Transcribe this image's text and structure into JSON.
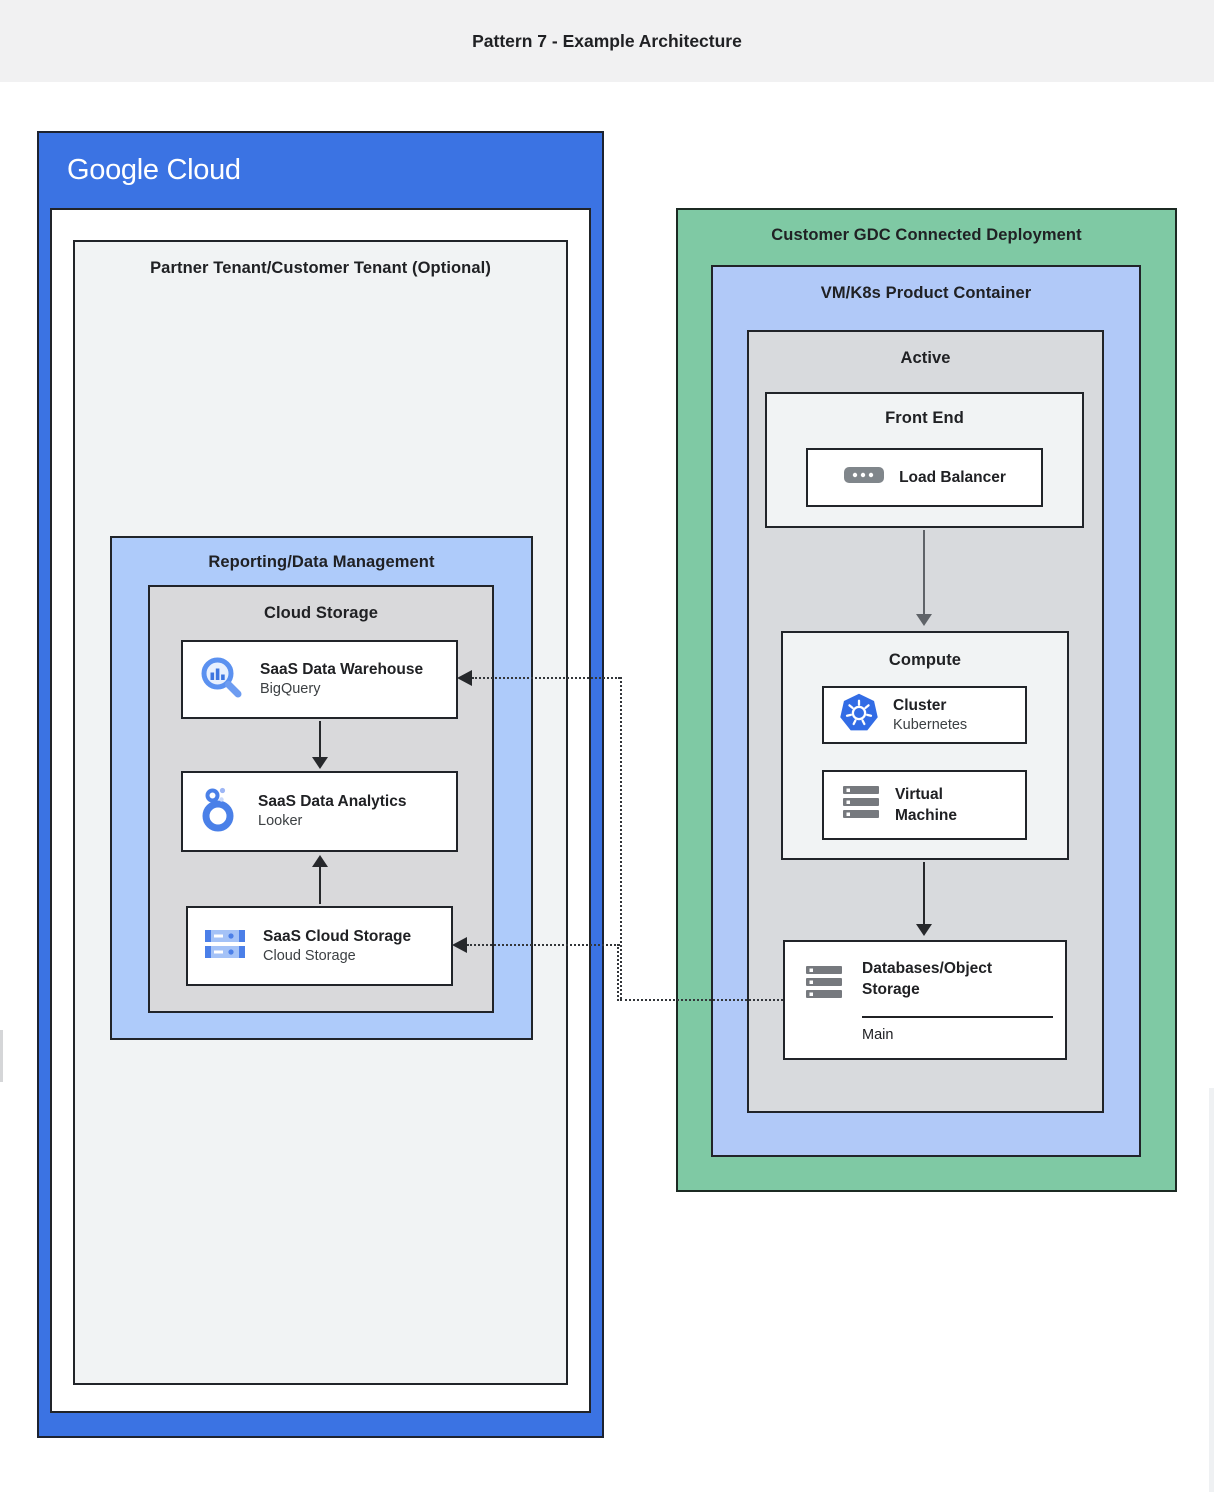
{
  "header": {
    "title": "Pattern 7 - Example Architecture"
  },
  "google_cloud": {
    "brand": "Google Cloud",
    "partner_tenant_label": "Partner Tenant/Customer Tenant (Optional)",
    "reporting": {
      "label": "Reporting/Data Management",
      "cloud_storage": {
        "label": "Cloud Storage",
        "cards": [
          {
            "title": "SaaS Data Warehouse",
            "subtitle": "BigQuery",
            "icon": "bigquery-icon"
          },
          {
            "title": "SaaS Data Analytics",
            "subtitle": "Looker",
            "icon": "looker-icon"
          },
          {
            "title": "SaaS Cloud Storage",
            "subtitle": "Cloud Storage",
            "icon": "cloud-storage-icon"
          }
        ]
      }
    }
  },
  "customer_gdc": {
    "label": "Customer GDC Connected Deployment",
    "vm_k8s_container": {
      "label": "VM/K8s Product Container",
      "active": {
        "label": "Active",
        "front_end": {
          "label": "Front End",
          "load_balancer": {
            "title": "Load Balancer",
            "icon": "load-balancer-icon"
          }
        },
        "compute": {
          "label": "Compute",
          "cluster": {
            "title": "Cluster",
            "subtitle": "Kubernetes",
            "icon": "kubernetes-icon"
          },
          "virtual_machine": {
            "title": "Virtual Machine",
            "icon": "server-stack-icon"
          }
        },
        "databases": {
          "title": "Databases/Object Storage",
          "instance_label": "Main",
          "icon": "server-stack-icon"
        }
      }
    }
  },
  "connections": [
    {
      "from": "SaaS Data Warehouse",
      "to": "SaaS Data Analytics",
      "style": "solid-arrow"
    },
    {
      "from": "SaaS Cloud Storage",
      "to": "SaaS Data Analytics",
      "style": "solid-arrow"
    },
    {
      "from": "Front End",
      "to": "Compute",
      "style": "solid-arrow"
    },
    {
      "from": "Compute",
      "to": "Databases/Object Storage",
      "style": "solid-arrow"
    },
    {
      "from": "Databases/Object Storage",
      "to": "SaaS Data Warehouse",
      "style": "dotted-arrow"
    },
    {
      "from": "Databases/Object Storage",
      "to": "SaaS Cloud Storage",
      "style": "dotted-arrow"
    }
  ],
  "colors": {
    "google_blue": "#3b73e3",
    "light_blue": "#aecbfa",
    "green": "#7fc9a4",
    "panel_gray": "#f1f3f4",
    "inner_gray": "#d9d9db",
    "border_dark": "#212429",
    "kubernetes_blue": "#326ce5",
    "icon_blue": "#4285f4",
    "icon_gray": "#76797e"
  }
}
